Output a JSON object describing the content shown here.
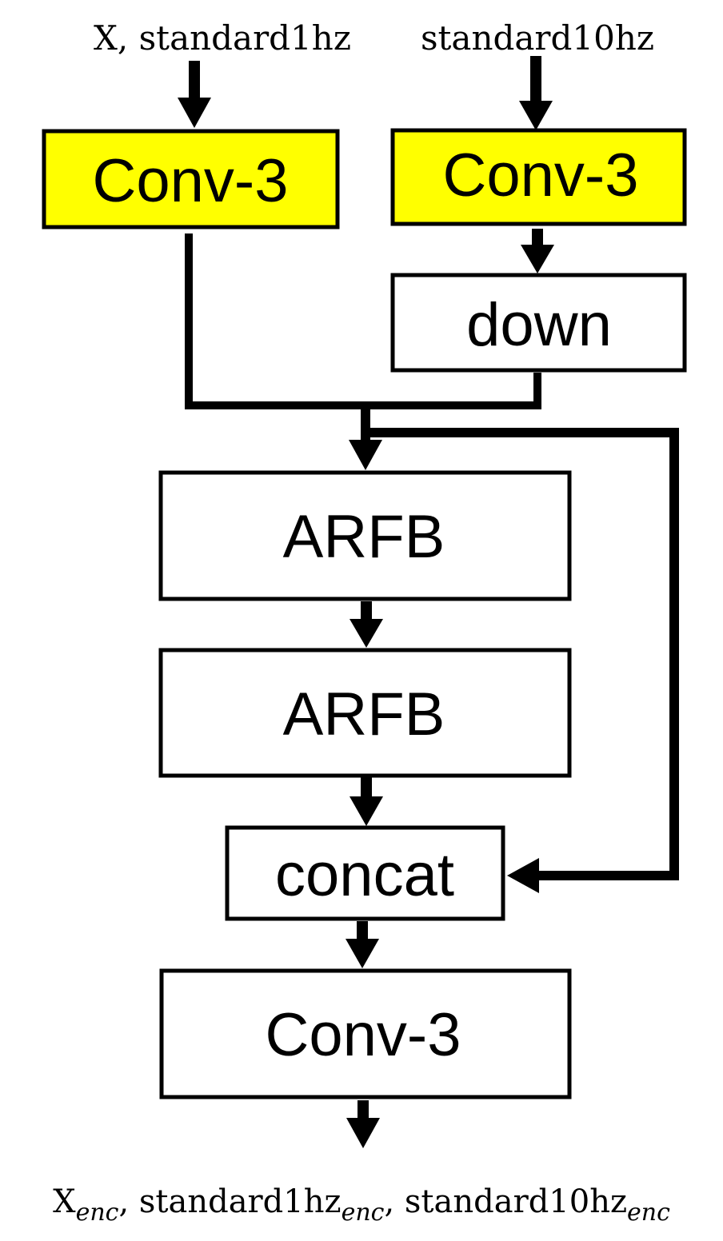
{
  "inputs": {
    "left": "X, standard1hz",
    "right": "standard10hz"
  },
  "blocks": {
    "conv_left": "Conv-3",
    "conv_right": "Conv-3",
    "down": "down",
    "arfb_1": "ARFB",
    "arfb_2": "ARFB",
    "concat": "concat",
    "conv_out": "Conv-3"
  },
  "output": {
    "x": "X",
    "x_sub": "enc",
    "sep1": ", ",
    "s1": "standard1hz",
    "s1_sub": "enc",
    "sep2": ", ",
    "s10": "standard10hz",
    "s10_sub": "enc"
  },
  "colors": {
    "highlight": "#ffff00",
    "stroke": "#000000",
    "box_fill": "#ffffff"
  }
}
